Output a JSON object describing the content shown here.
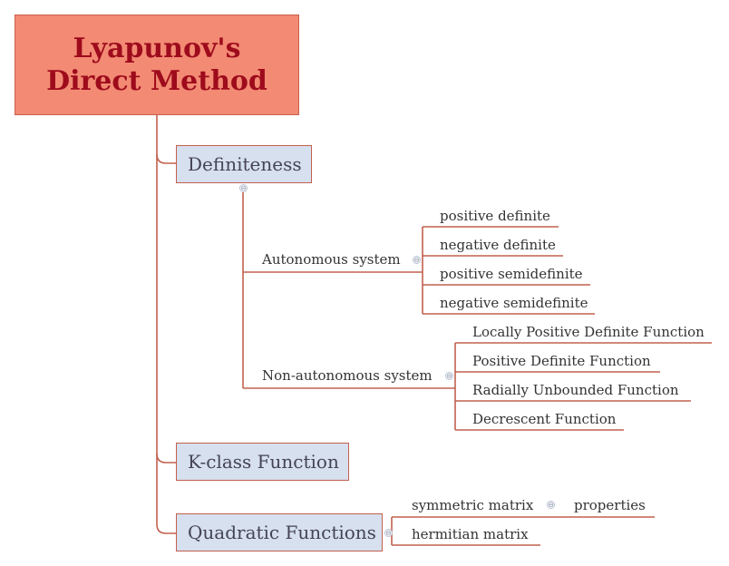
{
  "diagram": {
    "root": {
      "line1": "Lyapunov's",
      "line2": "Direct Method"
    },
    "definiteness": {
      "label": "Definiteness",
      "autonomous": {
        "label": "Autonomous system",
        "children": [
          "positive definite",
          "negative definite",
          "positive semidefinite",
          "negative semidefinite"
        ]
      },
      "non_autonomous": {
        "label": "Non-autonomous system",
        "children": [
          "Locally Positive Definite Function",
          "Positive Definite Function",
          "Radially Unbounded Function",
          "Decrescent Function"
        ]
      }
    },
    "kclass": {
      "label": "K-class Function"
    },
    "quadratic": {
      "label": "Quadratic Functions",
      "symmetric": {
        "label": "symmetric matrix",
        "child": "properties"
      },
      "hermitian": {
        "label": "hermitian matrix"
      }
    },
    "collapse_symbol": "⊖"
  },
  "colors": {
    "root_fill": "#f28a74",
    "root_text": "#9e0b1c",
    "topic_fill": "#d7e0ee",
    "connector": "#c2604e"
  }
}
